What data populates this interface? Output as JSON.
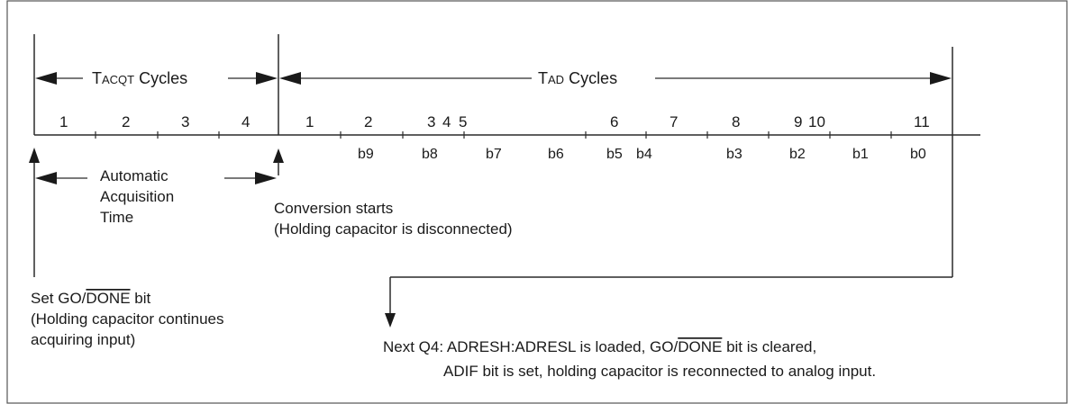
{
  "tacq": {
    "label_main": "T",
    "label_sub": "ACQT",
    "label_tail": " Cycles"
  },
  "tad": {
    "label_main": "T",
    "label_sub": "AD",
    "label_tail": " Cycles"
  },
  "tacq_cycles": [
    "1",
    "2",
    "3",
    "4"
  ],
  "tad_cycles": [
    "1",
    "2",
    "3",
    "4",
    "5",
    "6",
    "7",
    "8",
    "9",
    "10",
    "11"
  ],
  "bits": [
    "b9",
    "b8",
    "b7",
    "b6",
    "b5",
    "b4",
    "b3",
    "b2",
    "b1",
    "b0"
  ],
  "auto_acq": [
    "Automatic",
    "Acquisition",
    "Time"
  ],
  "conversion": [
    "Conversion starts",
    "(Holding capacitor is disconnected)"
  ],
  "set_go": {
    "prefix": "Set GO/",
    "overline": "DONE",
    "suffix": " bit",
    "line2": "(Holding capacitor continues",
    "line3": "acquiring input)"
  },
  "next_q4": {
    "prefix": "Next Q4: ADRESH:ADRESL is loaded, GO/",
    "overline": "DONE",
    "suffix": " bit is cleared,",
    "line2": "ADIF bit is set, holding capacitor is reconnected to analog input."
  }
}
